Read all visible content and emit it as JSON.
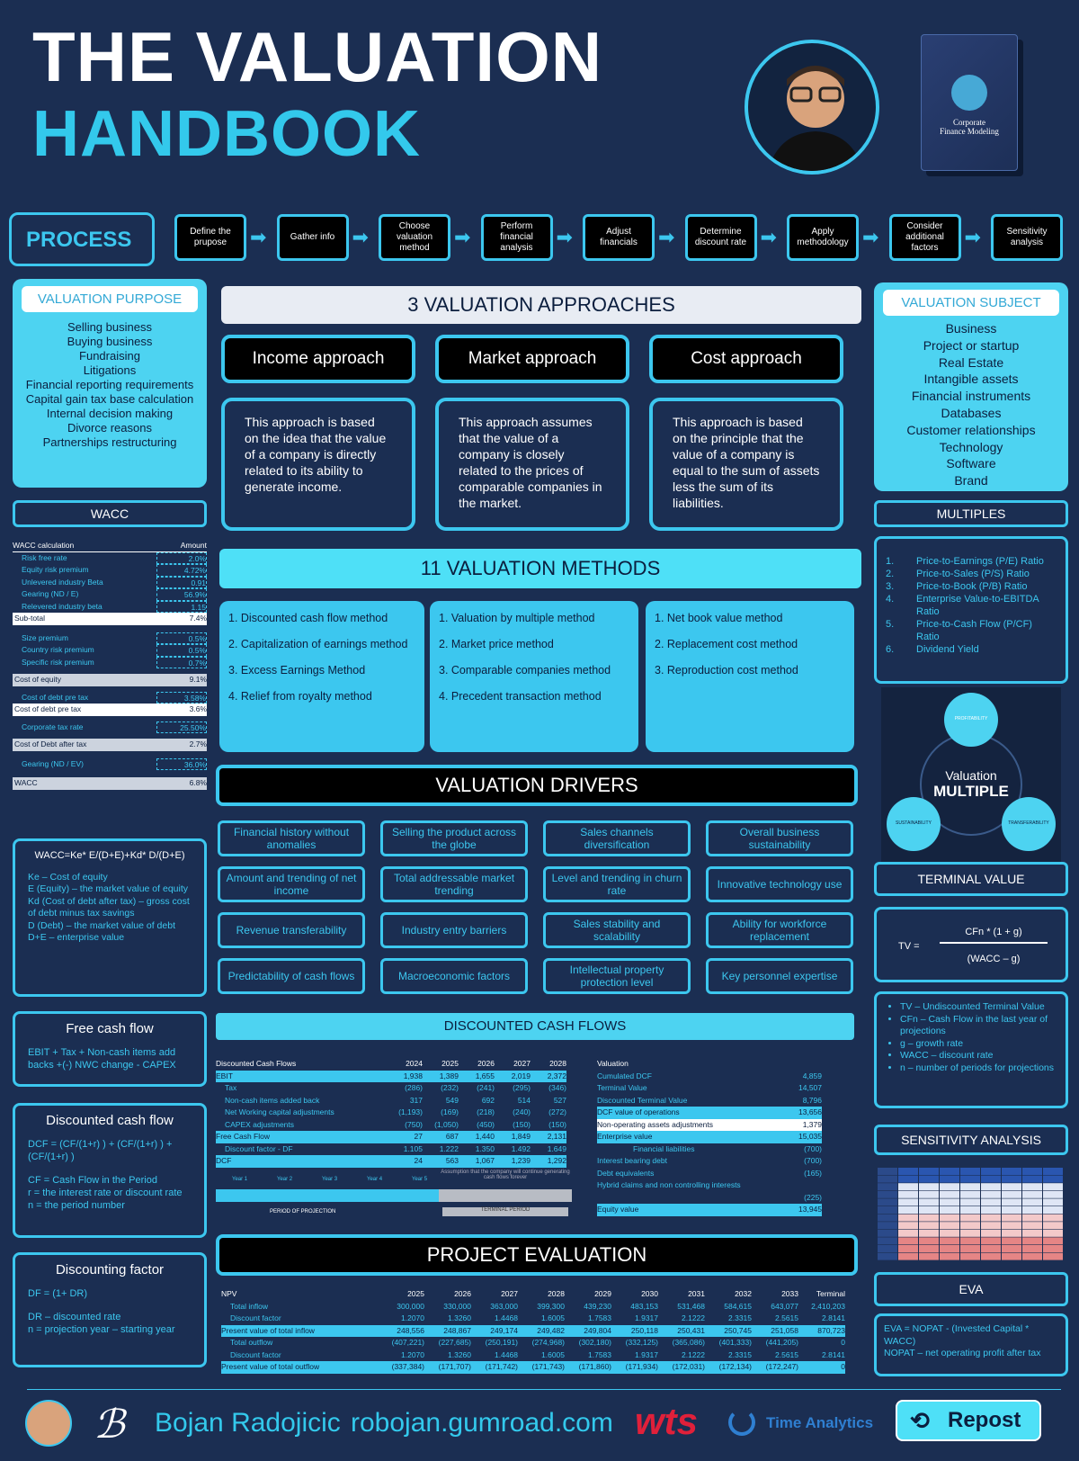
{
  "title": {
    "line1": "THE VALUATION",
    "line2": "HANDBOOK"
  },
  "book": {
    "label1": "Corporate",
    "label2": "Finance Modeling"
  },
  "process": {
    "label": "PROCESS",
    "steps": [
      "Define the prupose",
      "Gather info",
      "Choose valuation method",
      "Perform financial analysis",
      "Adjust financials",
      "Determine discount rate",
      "Apply methodology",
      "Consider additional factors",
      "Sensitivity analysis"
    ]
  },
  "purpose": {
    "header": "VALUATION PURPOSE",
    "items": [
      "Selling business",
      "Buying business",
      "Fundraising",
      "Litigations",
      "Financial reporting requirements",
      "Capital gain tax base calculation",
      "Internal decision making",
      "Divorce reasons",
      "Partnerships restructuring"
    ]
  },
  "subject": {
    "header": "VALUATION SUBJECT",
    "items": [
      "Business",
      "Project or startup",
      "Real Estate",
      "Intangible assets",
      "Financial instruments",
      "Databases",
      "Customer relationships",
      "Technology",
      "Software",
      "Brand"
    ]
  },
  "approaches": {
    "header": "3 VALUATION APPROACHES",
    "items": [
      {
        "name": "Income approach",
        "desc": "This approach is based on the idea that the value of a company is directly related to its ability to generate income."
      },
      {
        "name": "Market approach",
        "desc": "This approach assumes that the value of a company is closely related to the prices of comparable companies in the market."
      },
      {
        "name": "Cost approach",
        "desc": "This approach is based on the principle that the value of a company is equal to the sum of assets less the sum of its liabilities."
      }
    ]
  },
  "methods": {
    "header": "11 VALUATION METHODS",
    "col1": [
      "1.  Discounted cash flow method",
      "2.  Capitalization of  earnings method",
      "3.  Excess Earnings Method",
      "4.  Relief from royalty method"
    ],
    "col2": [
      "1.  Valuation by multiple method",
      "2.  Market price method",
      "3.  Comparable companies method",
      "4.  Precedent transaction method"
    ],
    "col3": [
      "1.  Net book value method",
      "2.  Replacement cost method",
      "3.  Reproduction cost method"
    ]
  },
  "drivers": {
    "header": "VALUATION  DRIVERS",
    "items": [
      "Financial history without anomalies",
      "Selling the product across the globe",
      "Sales channels diversification",
      "Overall business sustainability",
      "Amount and trending of net income",
      "Total addressable market trending",
      "Level and trending in churn rate",
      "Innovative technology use",
      "Revenue transferability",
      "Industry entry barriers",
      "Sales stability and scalability",
      "Ability for workforce replacement",
      "Predictability of cash flows",
      "Macroeconomic factors",
      "Intellectual property protection level",
      "Key personnel expertise"
    ]
  },
  "wacc": {
    "header": "WACC",
    "col1": "WACC calculation",
    "col2": "Amount",
    "rows": [
      [
        "Risk free rate",
        "2.0%"
      ],
      [
        "Equity risk premium",
        "4.72%"
      ],
      [
        "Unlevered industry Beta",
        "0.91"
      ],
      [
        "Gearing (ND / E)",
        "56.9%"
      ],
      [
        "Relevered industry beta",
        "1.15"
      ],
      [
        "Sub-total",
        "7.4%"
      ],
      [
        "Size premium",
        "0.5%"
      ],
      [
        "Country risk premium",
        "0.5%"
      ],
      [
        "Specific risk premium",
        "0.7%"
      ],
      [
        "Cost of equity",
        "9.1%"
      ],
      [
        "Cost of debt pre tax",
        "3.58%"
      ],
      [
        "Cost of debt pre tax",
        "3.6%"
      ],
      [
        "Corporate tax rate",
        "25.50%"
      ],
      [
        "Cost of Debt after tax",
        "2.7%"
      ],
      [
        "Gearing (ND / EV)",
        "36.0%"
      ],
      [
        "WACC",
        "6.8%"
      ]
    ]
  },
  "wacc_formula": {
    "title": "WACC=Ke* E/(D+E)+Kd* D/(D+E)",
    "lines": [
      "Ke – Cost of equity",
      "E (Equity) – the market value of equity",
      "Kd  (Cost of debt after tax) – gross cost of debt minus tax savings",
      "D (Debt) – the market value of debt",
      "D+E –  enterprise value"
    ]
  },
  "fcf": {
    "title": "Free cash flow",
    "text": "EBIT + Tax +  Non-cash items add backs +(-) NWC change - CAPEX"
  },
  "dcf_box": {
    "title": "Discounted cash flow",
    "lines": [
      "DCF = (CF/(1+r) ) + (CF/(1+r) ) + (CF/(1+r) )",
      "CF = Cash Flow in the Period",
      "r = the interest rate or discount rate",
      "n = the period number"
    ]
  },
  "df_box": {
    "title": "Discounting factor",
    "lines": [
      "DF = (1+ DR)",
      "DR – discounted rate",
      "n =  projection year – starting year"
    ]
  },
  "multiples": {
    "header": "MULTIPLES",
    "items": [
      "Price-to-Earnings (P/E) Ratio",
      "Price-to-Sales (P/S) Ratio",
      "Price-to-Book (P/B) Ratio",
      "Enterprise Value-to-EBITDA Ratio",
      "Price-to-Cash Flow (P/CF) Ratio",
      "Dividend Yield"
    ],
    "diagram": {
      "line1": "Valuation",
      "line2": "MULTIPLE",
      "c1": "PROFITABILITY",
      "c2": "SUSTAINABILITY",
      "c3": "TRANSFERABILITY"
    }
  },
  "terminal": {
    "header": "TERMINAL VALUE",
    "tv": "TV =",
    "num": "CFn * (1 + g)",
    "den": "(WACC – g)",
    "items": [
      "TV – Undiscounted Terminal Value",
      "CFn – Cash Flow in the last year of projections",
      "g – growth rate",
      "WACC – discount rate",
      "n –  number of periods for projections"
    ]
  },
  "sensitivity": {
    "header": "SENSITIVITY ANALYSIS"
  },
  "eva": {
    "header": "EVA",
    "lines": [
      "EVA = NOPAT - (Invested Capital * WACC)",
      "NOPAT – net operating profit after tax"
    ]
  },
  "dcf": {
    "header": "DISCOUNTED CASH FLOWS",
    "years": [
      "2024",
      "2025",
      "2026",
      "2027",
      "2028"
    ],
    "rows": [
      [
        "Discounted Cash Flows",
        "2024",
        "2025",
        "2026",
        "2027",
        "2028"
      ],
      [
        "EBIT",
        "1,938",
        "1,389",
        "1,655",
        "2,019",
        "2,372"
      ],
      [
        "Tax",
        "(286)",
        "(232)",
        "(241)",
        "(295)",
        "(346)"
      ],
      [
        "Non-cash items added back",
        "317",
        "549",
        "692",
        "514",
        "527"
      ],
      [
        "Net Working capital adjustments",
        "(1,193)",
        "(169)",
        "(218)",
        "(240)",
        "(272)"
      ],
      [
        "CAPEX adjustments",
        "(750)",
        "(1,050)",
        "(450)",
        "(150)",
        "(150)"
      ],
      [
        "Free Cash Flow",
        "27",
        "687",
        "1,440",
        "1,849",
        "2,131"
      ],
      [
        "Discount factor - DF",
        "1.105",
        "1.222",
        "1.350",
        "1.492",
        "1.649"
      ],
      [
        "DCF",
        "24",
        "563",
        "1,067",
        "1,239",
        "1,292"
      ]
    ],
    "val": [
      [
        "Valuation",
        ""
      ],
      [
        "Cumulated DCF",
        "4,859"
      ],
      [
        "Terminal Value",
        "14,507"
      ],
      [
        "Discounted Terminal Value",
        "8,796"
      ],
      [
        "DCF value of operations",
        "13,656"
      ],
      [
        "Non-operating assets adjustments",
        "1,379"
      ],
      [
        "Enterprise value",
        "15,035"
      ],
      [
        "Financial liabilities",
        "(700)"
      ],
      [
        "Interest bearing debt",
        "(700)"
      ],
      [
        "Debt equivalents",
        "(165)"
      ],
      [
        "Hybrid claims and non controlling interests",
        ""
      ],
      [
        "",
        "(225)"
      ],
      [
        "Equity value",
        "13,945"
      ]
    ],
    "timeline": [
      "Year 1",
      "Year 2",
      "Year 3",
      "Year 4",
      "Year 5"
    ],
    "period": "PERIOD OF PROJECTION",
    "terminal_label": "TERMINAL PERIOD",
    "assumption": "Assumption that the company will continue generating cash flows forever"
  },
  "project": {
    "header": "PROJECT EVALUATION",
    "cols": [
      "2025",
      "2026",
      "2027",
      "2028",
      "2029",
      "2030",
      "2031",
      "2032",
      "2033",
      "Terminal"
    ],
    "rows": [
      [
        "NPV",
        "2025",
        "2026",
        "2027",
        "2028",
        "2029",
        "2030",
        "2031",
        "2032",
        "2033",
        "Terminal"
      ],
      [
        "Total inflow",
        "300,000",
        "330,000",
        "363,000",
        "399,300",
        "439,230",
        "483,153",
        "531,468",
        "584,615",
        "643,077",
        "2,410,203"
      ],
      [
        "Discount factor",
        "1.2070",
        "1.3260",
        "1.4468",
        "1.6005",
        "1.7583",
        "1.9317",
        "2.1222",
        "2.3315",
        "2.5615",
        "2.8141"
      ],
      [
        "Present value of total inflow",
        "248,556",
        "248,867",
        "249,174",
        "249,482",
        "249,804",
        "250,118",
        "250,431",
        "250,745",
        "251,058",
        "870,723"
      ],
      [
        "Total outflow",
        "(407,221)",
        "(227,685)",
        "(250,191)",
        "(274,968)",
        "(302,180)",
        "(332,125)",
        "(365,086)",
        "(401,333)",
        "(441,205)",
        "0"
      ],
      [
        "Discount factor",
        "1.2070",
        "1.3260",
        "1.4468",
        "1.6005",
        "1.7583",
        "1.9317",
        "2.1222",
        "2.3315",
        "2.5615",
        "2.8141"
      ],
      [
        "Present value of total outflow",
        "(337,384)",
        "(171,707)",
        "(171,742)",
        "(171,743)",
        "(171,860)",
        "(171,934)",
        "(172,031)",
        "(172,134)",
        "(172,247)",
        "0"
      ]
    ]
  },
  "footer": {
    "name": "Bojan Radojicic",
    "site": "robojan.gumroad.com",
    "logo1": "wts",
    "logo2": "Time Analytics",
    "repost": "Repost"
  }
}
